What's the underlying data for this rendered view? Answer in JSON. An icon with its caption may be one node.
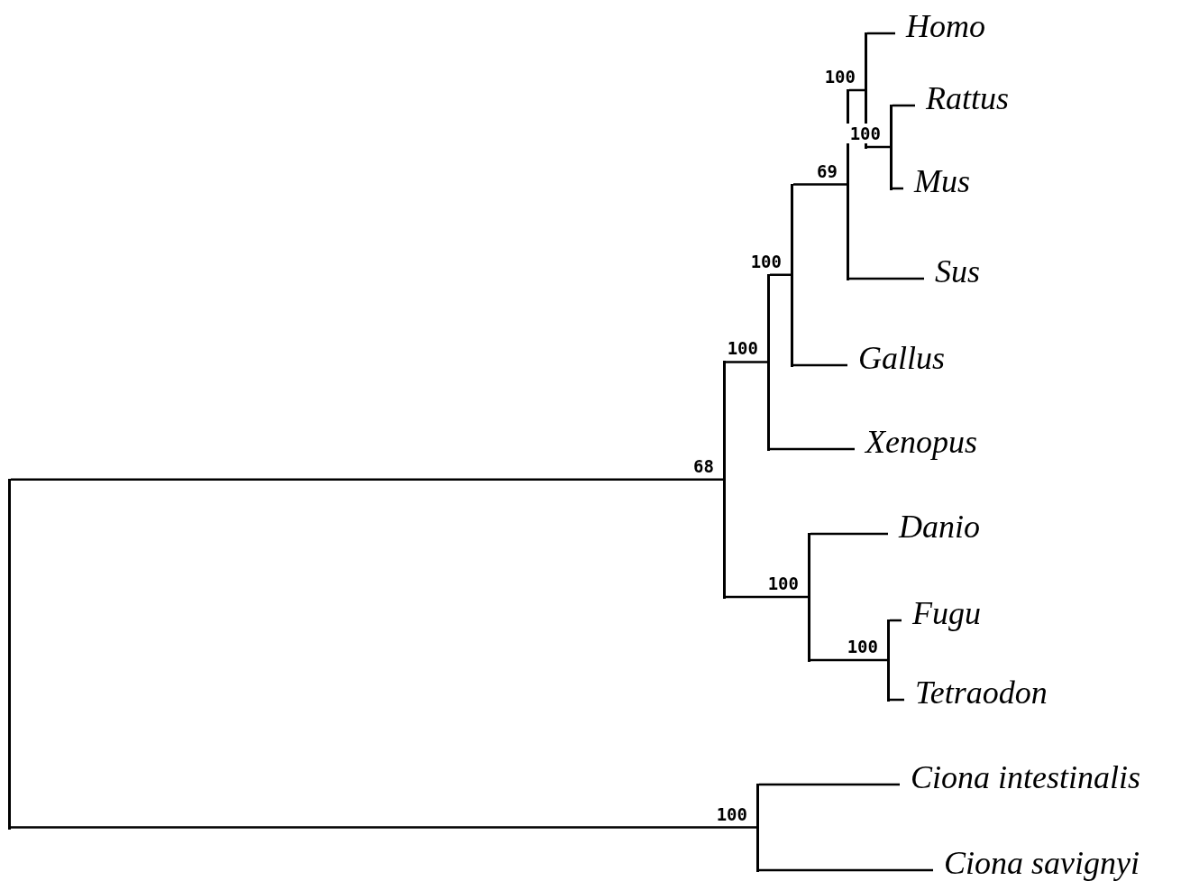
{
  "diagram": {
    "nodes": [
      {
        "text": [
          "Homo"
        ]
      },
      {
        "text": [],
        "shape": "bar",
        "beside": [
          "100"
        ]
      },
      {
        "text": [
          "Rattus"
        ]
      },
      {
        "text": [],
        "shape": "bar",
        "beside": [
          "69"
        ]
      },
      {
        "text": [],
        "shape": "bar",
        "beside": [
          "100"
        ]
      },
      {
        "text": [
          "Mus"
        ]
      },
      {
        "text": [],
        "shape": "bar",
        "beside": [
          "100"
        ]
      },
      {
        "text": [
          "Sus"
        ]
      },
      {
        "text": [],
        "shape": "bar",
        "beside": [
          "100"
        ]
      },
      {
        "text": [
          "Gallus"
        ]
      },
      {
        "text": [
          "Xenopus"
        ]
      },
      {
        "text": [],
        "shape": "bar",
        "beside": [
          "68"
        ]
      },
      {
        "text": [],
        "shape": "bar"
      },
      {
        "text": [
          "Danio"
        ]
      },
      {
        "text": [],
        "shape": "bar",
        "beside": [
          "100"
        ]
      },
      {
        "text": [
          "Fugu"
        ]
      },
      {
        "text": [],
        "shape": "bar",
        "beside": [
          "100"
        ]
      },
      {
        "text": [
          "Tetraodon"
        ]
      },
      {
        "text": [],
        "shape": "bar",
        "beside": [
          "100"
        ]
      },
      {
        "text": [
          "Ciona intestinalis"
        ]
      },
      {
        "text": [
          "Ciona savignyi"
        ]
      }
    ],
    "edges": [
      {
        "from": 1,
        "to": 0,
        "arrow": "none"
      },
      {
        "from": 1,
        "to": 4,
        "arrow": "none"
      },
      {
        "from": 4,
        "to": 2,
        "arrow": "none"
      },
      {
        "from": 4,
        "to": 5,
        "arrow": "none"
      },
      {
        "from": 3,
        "to": 1,
        "arrow": "none"
      },
      {
        "from": 3,
        "to": 7,
        "arrow": "none"
      },
      {
        "from": 6,
        "to": 3,
        "arrow": "none"
      },
      {
        "from": 6,
        "to": 9,
        "arrow": "none"
      },
      {
        "from": 8,
        "to": 6,
        "arrow": "none"
      },
      {
        "from": 8,
        "to": 10,
        "arrow": "none"
      },
      {
        "from": 11,
        "to": 8,
        "arrow": "none"
      },
      {
        "from": 11,
        "to": 14,
        "arrow": "none"
      },
      {
        "from": 14,
        "to": 13,
        "arrow": "none"
      },
      {
        "from": 14,
        "to": 16,
        "arrow": "none"
      },
      {
        "from": 16,
        "to": 15,
        "arrow": "none"
      },
      {
        "from": 16,
        "to": 17,
        "arrow": "none"
      },
      {
        "from": 12,
        "to": 11,
        "arrow": "none"
      },
      {
        "from": 12,
        "to": 18,
        "arrow": "none"
      },
      {
        "from": 18,
        "to": 19,
        "arrow": "none"
      },
      {
        "from": 18,
        "to": 20,
        "arrow": "none"
      }
    ]
  }
}
